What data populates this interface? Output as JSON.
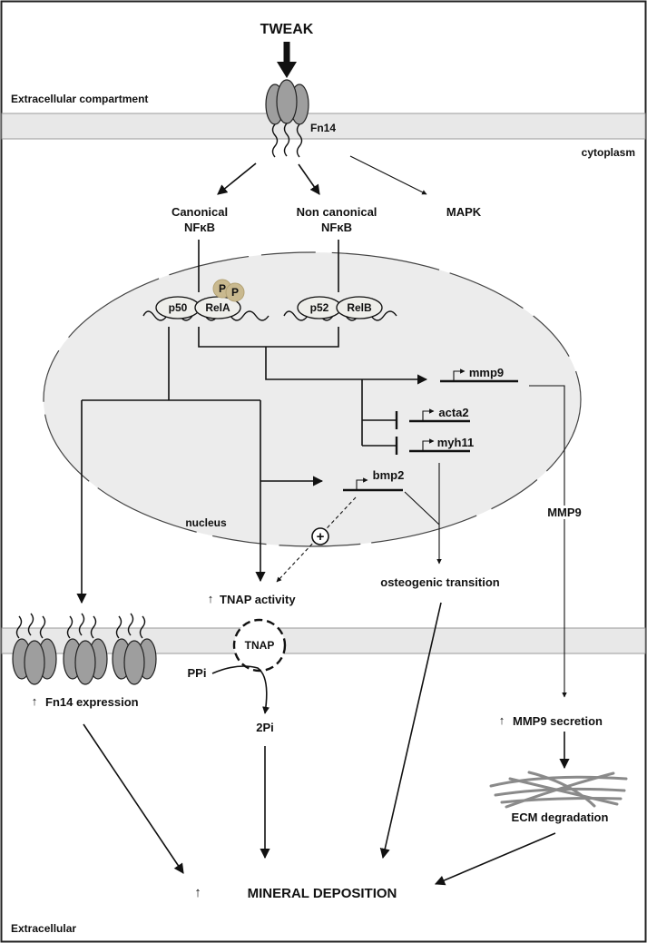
{
  "title": "TWEAK",
  "compartments": {
    "extracellular_top": "Extracellular compartment",
    "cytoplasm": "cytoplasm",
    "nucleus": "nucleus",
    "extracellular_bottom": "Extracellular"
  },
  "receptor_label": "Fn14",
  "pathways": {
    "canonical_line1": "Canonical",
    "canonical_line2": "NFκB",
    "noncanonical_line1": "Non canonical",
    "noncanonical_line2": "NFκB",
    "mapk": "MAPK"
  },
  "complexes": {
    "p50": "p50",
    "rela": "RelA",
    "p52": "p52",
    "relb": "RelB",
    "phospho_1": "P",
    "phospho_2": "P"
  },
  "genes": {
    "mmp9": "mmp9",
    "acta2": "acta2",
    "myh11": "myh11",
    "bmp2": "bmp2"
  },
  "outcomes": {
    "plus_sign": "+",
    "tnap_activity": "TNAP activity",
    "osteogenic_transition": "osteogenic transition",
    "mmp9_protein": "MMP9",
    "tnap_enzyme": "TNAP",
    "ppi": "PPi",
    "two_pi": "2Pi",
    "fn14_expression": "Fn14 expression",
    "mmp9_secretion": "MMP9 secretion",
    "ecm_degradation": "ECM degradation",
    "mineral_deposition": "MINERAL DEPOSITION",
    "up_arrow": "↑"
  }
}
